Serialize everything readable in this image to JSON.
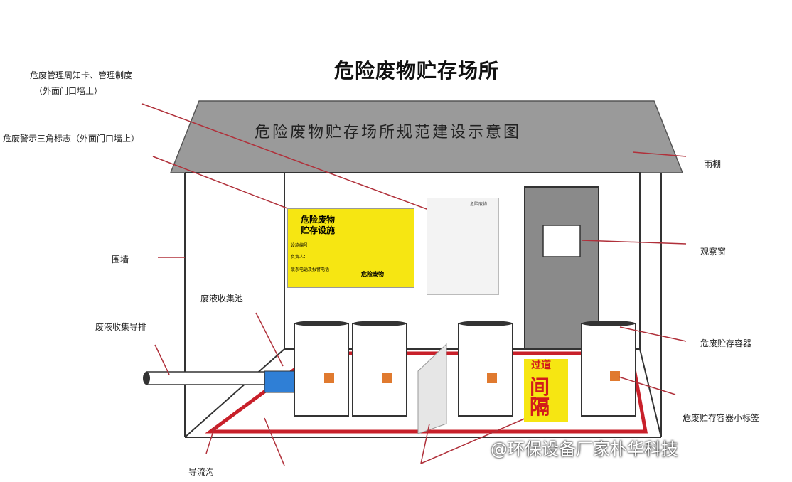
{
  "title": "危险废物贮存场所",
  "roof_text": "危险废物贮存场所规范建设示意图",
  "labels": {
    "notice_card_l1": "危废管理周知卡、管理制度",
    "notice_card_l2": "（外面门口墙上）",
    "warning_sign": "危废警示三角标志（外面门口墙上）",
    "enclosure_wall": "围墙",
    "canopy": "雨棚",
    "observation_window": "观察窗",
    "leachate_pool": "废液收集池",
    "leachate_pipe": "废液收集导排",
    "storage_container": "危废贮存容器",
    "container_label": "危废贮存容器小标签",
    "diversion_ditch": "导流沟"
  },
  "yellow_sign": {
    "heading": "危险废物\n贮存设施",
    "line1": "设施编号：",
    "line2": "负责人：",
    "line3": "联系电话及报警电话"
  },
  "triangle_sign": {
    "caption": "危险废物"
  },
  "notice_board": {
    "heading": "危险废物"
  },
  "partition_sign": {
    "line1": "过道",
    "line2": "间隔"
  },
  "watermark": "@环保设备厂家朴华科技",
  "colors": {
    "roof": "#9a9a9a",
    "ditch": "#c8202a",
    "sign_yellow": "#f6e612",
    "door": "#8a8a8a",
    "pool": "#2f7fd6"
  }
}
